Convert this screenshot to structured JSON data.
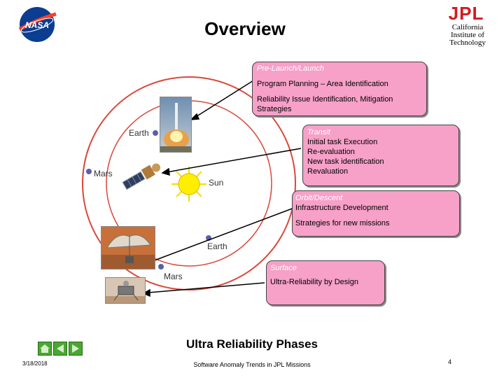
{
  "header": {
    "title": "Overview",
    "logo_left": "NASA",
    "logo_right": "JPL",
    "institution": [
      "California",
      "Institute of",
      "Technology"
    ]
  },
  "diagram": {
    "planet_labels": {
      "earth_top": "Earth",
      "mars_left": "Mars",
      "sun": "Sun",
      "earth_bottom": "Earth",
      "mars_bottom": "Mars"
    },
    "boxes": [
      {
        "header": "Pre-Launch/Launch",
        "lines": [
          "Program Planning – Area Identification",
          "Reliability Issue Identification, Mitigation Strategies"
        ]
      },
      {
        "header": "Transit",
        "lines": [
          "Initial task Execution",
          "Re-evaluation",
          "New task identification",
          "Revaluation"
        ]
      },
      {
        "header": "Orbit/Descent",
        "lines": [
          "Infrastructure Development",
          "Strategies for new missions"
        ]
      },
      {
        "header": "Surface",
        "lines": [
          "Ultra-Reliability by Design"
        ]
      }
    ],
    "phases_title": "Ultra Reliability Phases"
  },
  "footer": {
    "date": "3/18/2018",
    "center": "Software Anomaly Trends in JPL Missions",
    "page": "4"
  },
  "colors": {
    "box_fill": "#f7a0c8",
    "orbit": "#d9483a",
    "sun": "#ffee00",
    "nav_green": "#4aa832"
  }
}
